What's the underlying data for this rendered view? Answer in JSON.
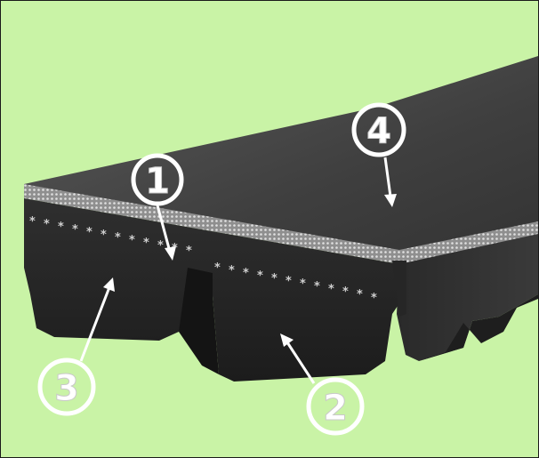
{
  "diagram": {
    "subject": "V-belt cross-section",
    "callouts": [
      {
        "id": "1",
        "label": "1"
      },
      {
        "id": "2",
        "label": "2"
      },
      {
        "id": "3",
        "label": "3"
      },
      {
        "id": "4",
        "label": "4"
      }
    ],
    "colors": {
      "background": "#c9f3a6",
      "belt_body": "#2b2b2b",
      "belt_top": "#4a4a4a",
      "cord_layer": "#bdbdbd",
      "callout": "#ffffff"
    }
  }
}
